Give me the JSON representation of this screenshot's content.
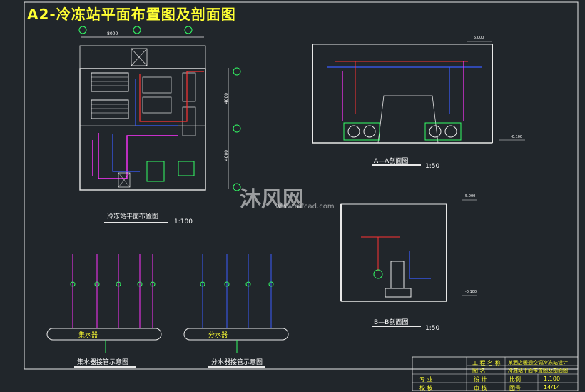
{
  "drawing": {
    "title": "A2-冷冻站平面布置图及剖面图",
    "views": {
      "plan": {
        "name": "冷冻站平面布置图",
        "scale": "1:100"
      },
      "section_a": {
        "name": "A—A剖面图",
        "scale": "1:50"
      },
      "section_b": {
        "name": "B—B剖面图",
        "scale": "1:50"
      },
      "collector": {
        "name": "集水器接管示意图",
        "vessel_label": "集水器"
      },
      "distributor": {
        "name": "分水器接管示意图",
        "vessel_label": "分水器"
      }
    },
    "plan_dims": [
      "8000",
      "4000",
      "4000"
    ],
    "section_dims": [
      "5.000",
      "-0.100",
      "5.000",
      "-0.100"
    ]
  },
  "watermark": {
    "brand": "沐风网",
    "url": "www.mfcad.com"
  },
  "title_block": {
    "project_label": "工 程 名 称",
    "project_value": "某酒店暖通空调冷冻站设计",
    "drawing_label": "图 名",
    "drawing_value": "冷冻站平面布置图及剖面图",
    "design_label": "设 计",
    "review_label": "审 核",
    "major_label": "专 业",
    "check_label": "校 核",
    "scale_label": "比例",
    "scale_value": "1:100",
    "sheet_label": "图号",
    "sheet_value": "14/14"
  },
  "colors": {
    "background": "#21262b",
    "title": "#ffff33",
    "chilled_water": "#3a5cff",
    "condenser_water": "#ff33ff",
    "equipment": "#33ff66",
    "dimension": "#ffffff"
  }
}
